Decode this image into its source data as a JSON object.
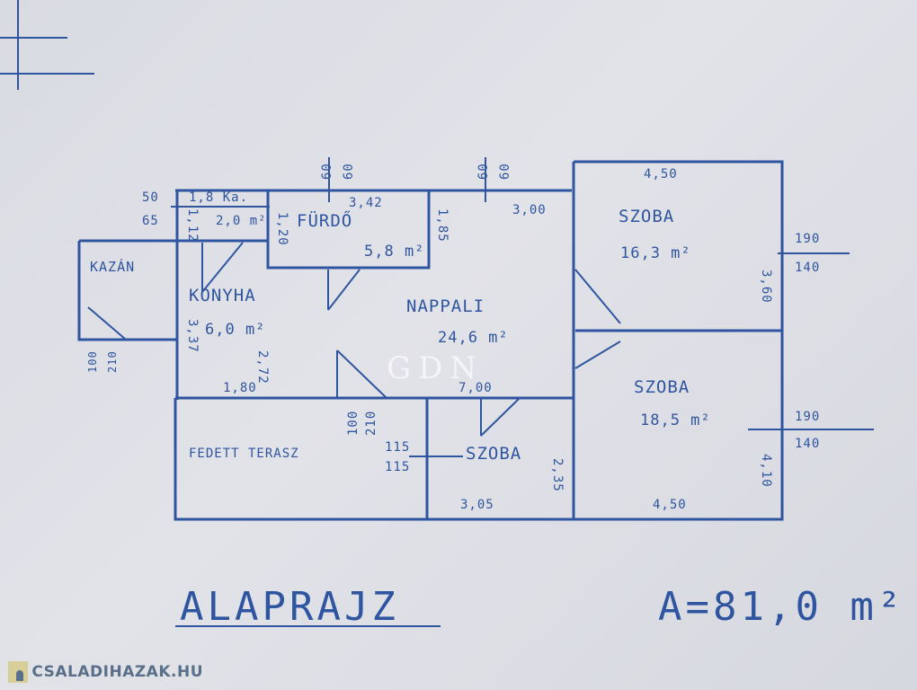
{
  "rooms": {
    "kazan": "KAZÁN",
    "konyha": "KONYHA",
    "konyha_area": "6,0 m²",
    "furdo": "FÜRDŐ",
    "furdo_area": "5,8 m²",
    "wc_area": "2,0 m²",
    "kamra": "1,8 Ka.",
    "nappali": "NAPPALI",
    "nappali_area": "24,6 m²",
    "szoba1": "SZOBA",
    "szoba1_area": "16,3 m²",
    "szoba2": "SZOBA",
    "szoba2_area": "18,5 m²",
    "szoba3": "SZOBA",
    "terasz": "FEDETT TERASZ"
  },
  "dimensions": {
    "w50": "50",
    "w65": "65",
    "d60a": "60",
    "d60b": "60",
    "d60c": "60",
    "d60d": "60",
    "furdo_w": "3,42",
    "top_r": "3,00",
    "furdo_h": "1,85",
    "wc_h": "1,20",
    "kamra_h": "1,12",
    "szoba1_w": "4,50",
    "szoba1_h": "3,60",
    "win1_top": "190",
    "win1_bot": "140",
    "win2_top": "190",
    "win2_bot": "140",
    "szoba2_h": "4,10",
    "szoba2_w": "4,50",
    "konyha_h": "3,37",
    "konyha_w": "1,80",
    "konyha_h2": "2,72",
    "nappali_w": "7,00",
    "kazan_d1": "100",
    "kazan_d2": "210",
    "door1": "100",
    "door2": "210",
    "ter_top": "115",
    "ter_bot": "115",
    "szoba3_w": "3,05",
    "szoba3_h": "2,35"
  },
  "title": "ALAPRAJZ",
  "total_area": "A=81,0 m²",
  "watermark": "GDN",
  "logo": "CSALADIHAZAK.HU"
}
